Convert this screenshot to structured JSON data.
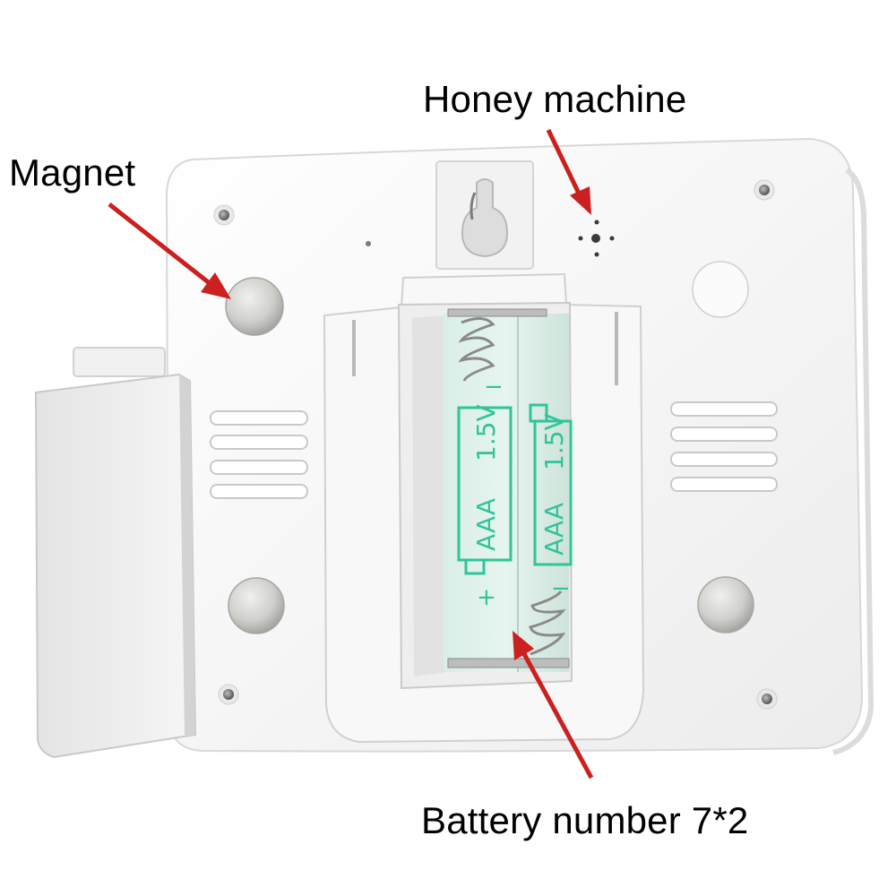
{
  "callouts": {
    "honey_machine": "Honey machine",
    "magnet": "Magnet",
    "battery": "Battery number 7*2"
  },
  "battery_markings": {
    "type": "AAA",
    "voltage": "1.5V",
    "plus": "+",
    "minus": "−"
  },
  "colors": {
    "arrow": "#cc1f1f",
    "case": "#f7f7f7",
    "battery_print": "#2fc49a",
    "compartment": "#cfe6dd"
  }
}
